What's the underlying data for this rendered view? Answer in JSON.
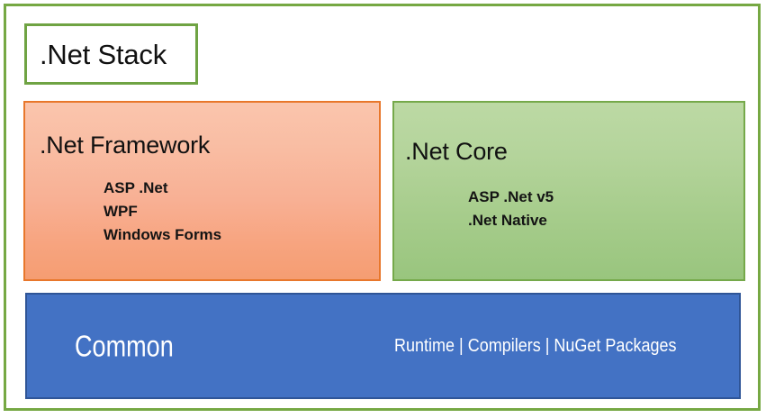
{
  "diagram": {
    "title": ".Net Stack",
    "frame_color": "#76a843",
    "panels": [
      {
        "id": "framework",
        "heading": ".Net Framework",
        "accent_color": "#f5a07a",
        "border_color": "#e8772b",
        "items": [
          "ASP .Net",
          "WPF",
          "Windows Forms"
        ]
      },
      {
        "id": "core",
        "heading": ".Net Core",
        "accent_color": "#a6cc8b",
        "border_color": "#75a94a",
        "items": [
          "ASP .Net v5",
          ".Net Native"
        ]
      }
    ],
    "common": {
      "heading": "Common",
      "subtitle": "Runtime | Compilers | NuGet Packages",
      "fill_color": "#4372c4",
      "border_color": "#2f5597",
      "text_color": "#ffffff"
    }
  }
}
